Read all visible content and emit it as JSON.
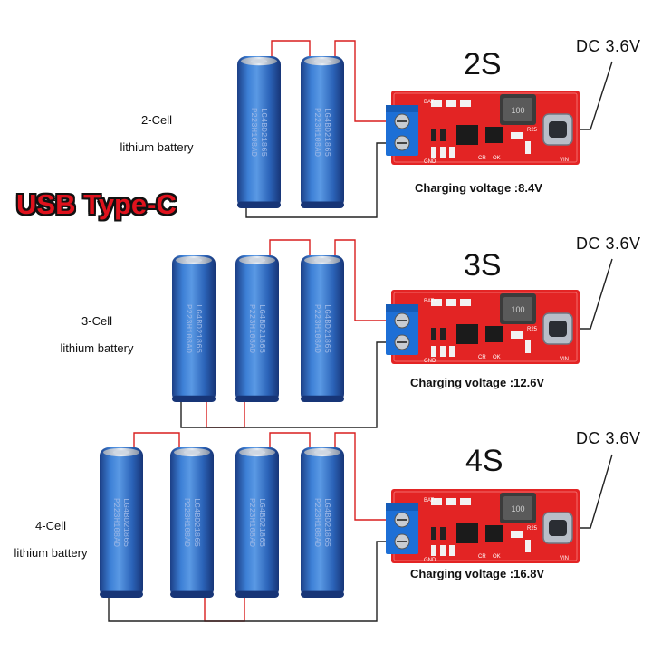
{
  "title": "USB Type-C",
  "modules": [
    {
      "series": "2S",
      "cell_label_line1": "2-Cell",
      "cell_label_line2": "lithium battery",
      "dc_label": "DC 3.6V",
      "charging_voltage": "Charging voltage :8.4V",
      "cell_count": 2
    },
    {
      "series": "3S",
      "cell_label_line1": "3-Cell",
      "cell_label_line2": "lithium battery",
      "dc_label": "DC 3.6V",
      "charging_voltage": "Charging voltage :12.6V",
      "cell_count": 3
    },
    {
      "series": "4S",
      "cell_label_line1": "4-Cell",
      "cell_label_line2": "lithium battery",
      "dc_label": "DC 3.6V",
      "charging_voltage": "Charging voltage :16.8V",
      "cell_count": 4
    }
  ],
  "battery_print": [
    "LG4BD21865",
    "P223H108AD"
  ],
  "board_markings": {
    "bat_plus": "BAT+",
    "gnd": "GND",
    "cr": "CR",
    "ok": "OK",
    "r25": "R25",
    "vin": "VIN"
  },
  "colors": {
    "battery_blue": "#2f6fc4",
    "battery_dark": "#1c3f86",
    "pcb_red": "#e32424",
    "terminal_blue": "#1d6fd6",
    "wire_red": "#d81e1e",
    "wire_black": "#222222",
    "title_red": "#e0121d"
  }
}
